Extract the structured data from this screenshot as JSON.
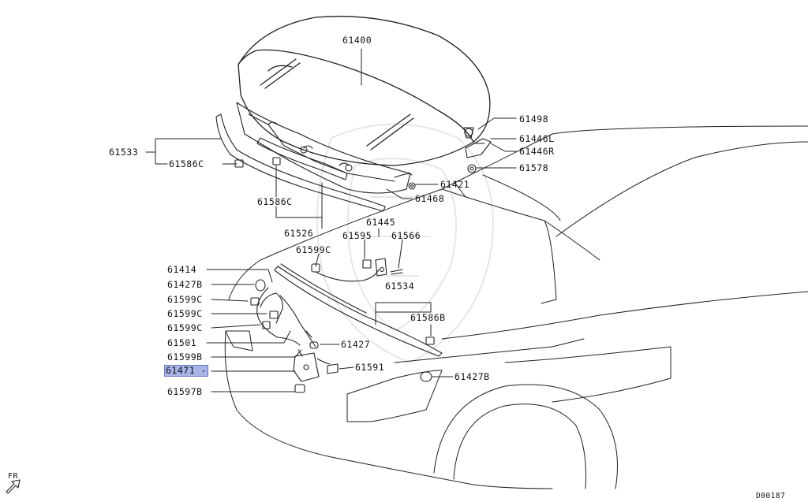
{
  "diagram": {
    "drawing_code": "D00187",
    "direction_label": "FR",
    "highlight_color": "#a9b4e6",
    "callouts": [
      {
        "id": "61400",
        "label": "61400"
      },
      {
        "id": "61498",
        "label": "61498"
      },
      {
        "id": "61446L",
        "label": "61446L"
      },
      {
        "id": "61446R",
        "label": "61446R"
      },
      {
        "id": "61578",
        "label": "61578"
      },
      {
        "id": "61533",
        "label": "61533"
      },
      {
        "id": "61586C-a",
        "label": "61586C"
      },
      {
        "id": "61421",
        "label": "61421"
      },
      {
        "id": "61468",
        "label": "61468"
      },
      {
        "id": "61586C-b",
        "label": "61586C"
      },
      {
        "id": "61526",
        "label": "61526"
      },
      {
        "id": "61445",
        "label": "61445"
      },
      {
        "id": "61595",
        "label": "61595"
      },
      {
        "id": "61566",
        "label": "61566"
      },
      {
        "id": "61599C-a",
        "label": "61599C"
      },
      {
        "id": "61414",
        "label": "61414"
      },
      {
        "id": "61427B-a",
        "label": "61427B"
      },
      {
        "id": "61599C-b",
        "label": "61599C"
      },
      {
        "id": "61534",
        "label": "61534"
      },
      {
        "id": "61599C-c",
        "label": "61599C"
      },
      {
        "id": "61586B",
        "label": "61586B"
      },
      {
        "id": "61599C-d",
        "label": "61599C"
      },
      {
        "id": "61501",
        "label": "61501"
      },
      {
        "id": "61427",
        "label": "61427"
      },
      {
        "id": "61599B",
        "label": "61599B"
      },
      {
        "id": "61471",
        "label": "61471",
        "highlighted": true
      },
      {
        "id": "61591",
        "label": "61591"
      },
      {
        "id": "61427B-b",
        "label": "61427B"
      },
      {
        "id": "61597B",
        "label": "61597B"
      }
    ]
  }
}
